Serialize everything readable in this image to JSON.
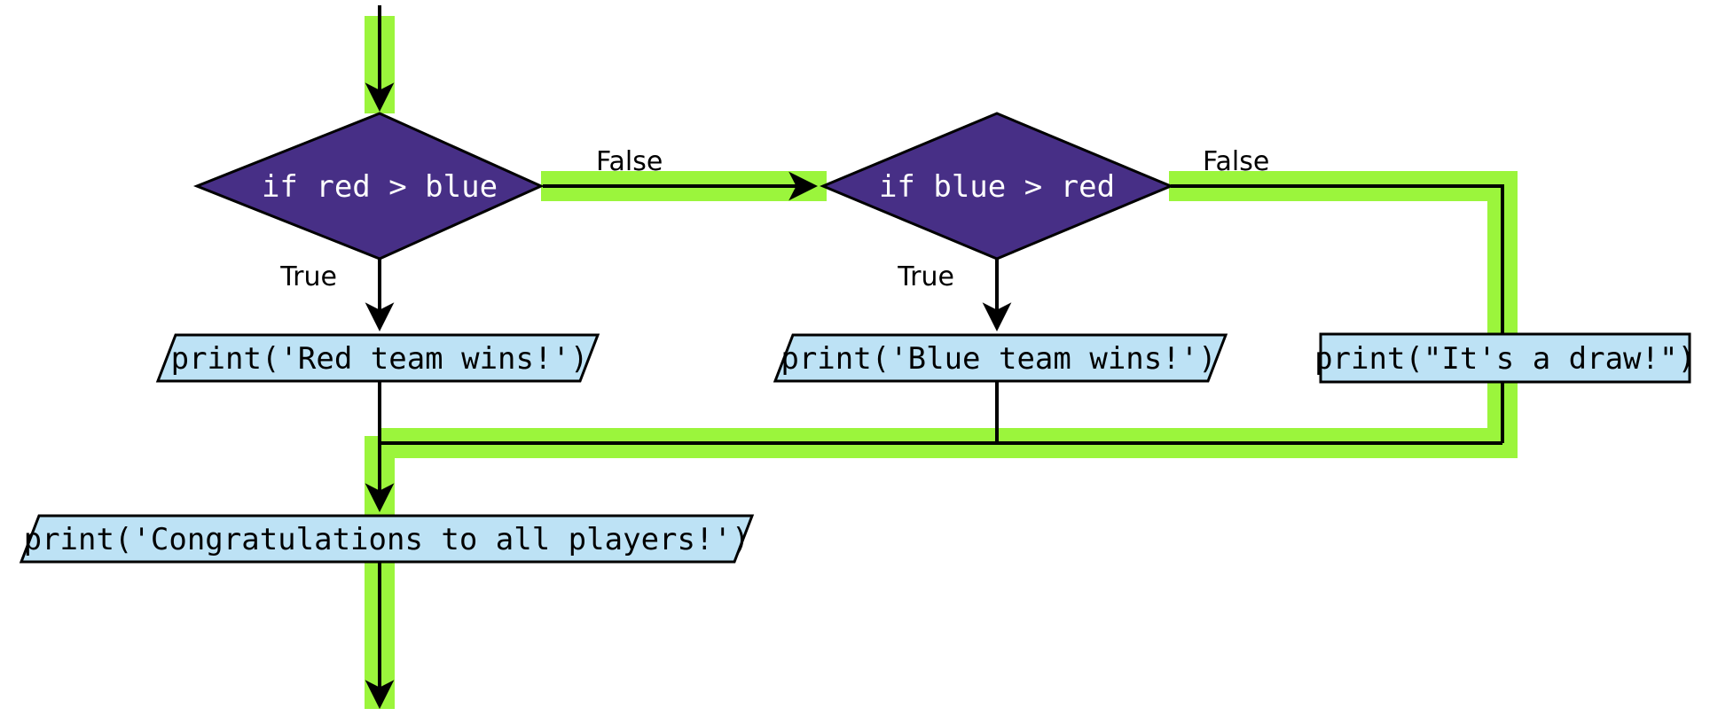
{
  "diagram": {
    "title": "python-if-elif-else-flowchart",
    "type": "flowchart",
    "background": "#ffffff",
    "colors": {
      "decision_fill": "#472f86",
      "decision_text": "#ffffff",
      "io_fill": "#bde2f5",
      "io_text": "#000000",
      "edge_stroke": "#000000",
      "highlight": "#9bf53c"
    },
    "nodes": [
      {
        "id": "start-arrow",
        "shape": "arrow",
        "label": ""
      },
      {
        "id": "decision-red-gt-blue",
        "shape": "diamond",
        "label": "if red > blue"
      },
      {
        "id": "decision-blue-gt-red",
        "shape": "diamond",
        "label": "if blue > red"
      },
      {
        "id": "print-red-wins",
        "shape": "parallelogram",
        "label": "print('Red team wins!')"
      },
      {
        "id": "print-blue-wins",
        "shape": "parallelogram",
        "label": "print('Blue team wins!')"
      },
      {
        "id": "print-draw",
        "shape": "rectangle",
        "label": "print(\"It's a draw!\")"
      },
      {
        "id": "print-congratulations",
        "shape": "parallelogram",
        "label": "print('Congratulations to all players!')"
      }
    ],
    "edge_labels": {
      "red_true": "True",
      "red_false": "False",
      "blue_true": "True",
      "blue_false": "False"
    }
  }
}
